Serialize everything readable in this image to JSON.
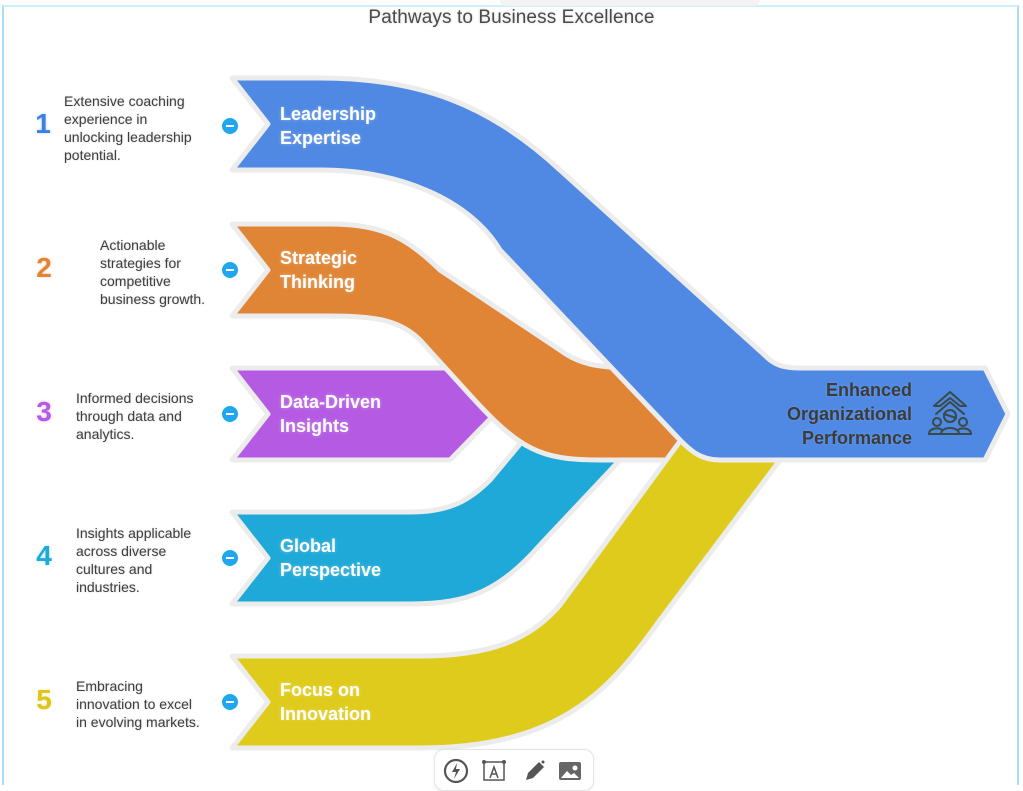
{
  "title": "Pathways to Business Excellence",
  "colors": {
    "leadership": "#4f89e3",
    "strategic": "#e08535",
    "data": "#b55be3",
    "global": "#1fa9d8",
    "innovation": "#dfcb1b",
    "collapse_button": "#1fa8ef",
    "frame": "#a9def6"
  },
  "pathways": [
    {
      "number": "1",
      "label_line1": "Leadership",
      "label_line2": "Expertise",
      "description": [
        "Extensive coaching",
        "experience in",
        "unlocking leadership",
        "potential."
      ],
      "color": "#4f89e3",
      "number_color": "#3e7fe6"
    },
    {
      "number": "2",
      "label_line1": "Strategic",
      "label_line2": "Thinking",
      "description": [
        "Actionable",
        "strategies for",
        "competitive",
        "business growth."
      ],
      "color": "#e08535",
      "number_color": "#e08535"
    },
    {
      "number": "3",
      "label_line1": "Data-Driven",
      "label_line2": "Insights",
      "description": [
        "Informed decisions",
        "through data and",
        "analytics."
      ],
      "color": "#b55be3",
      "number_color": "#b55be3"
    },
    {
      "number": "4",
      "label_line1": "Global",
      "label_line2": "Perspective",
      "description": [
        "Insights applicable",
        "across diverse",
        "cultures and",
        "industries."
      ],
      "color": "#1fa9d8",
      "number_color": "#1fa9d8"
    },
    {
      "number": "5",
      "label_line1": "Focus on",
      "label_line2": "Innovation",
      "description": [
        "Embracing",
        "innovation to excel",
        "in evolving markets."
      ],
      "color": "#dfcb1b",
      "number_color": "#dfc419"
    }
  ],
  "outcome": {
    "line1": "Enhanced",
    "line2": "Organizational",
    "line3": "Performance",
    "icon": "team-growth-arrow-icon"
  },
  "toolbar": {
    "tools": [
      "lightning-icon",
      "text-frame-icon",
      "pen-icon",
      "image-icon"
    ]
  }
}
